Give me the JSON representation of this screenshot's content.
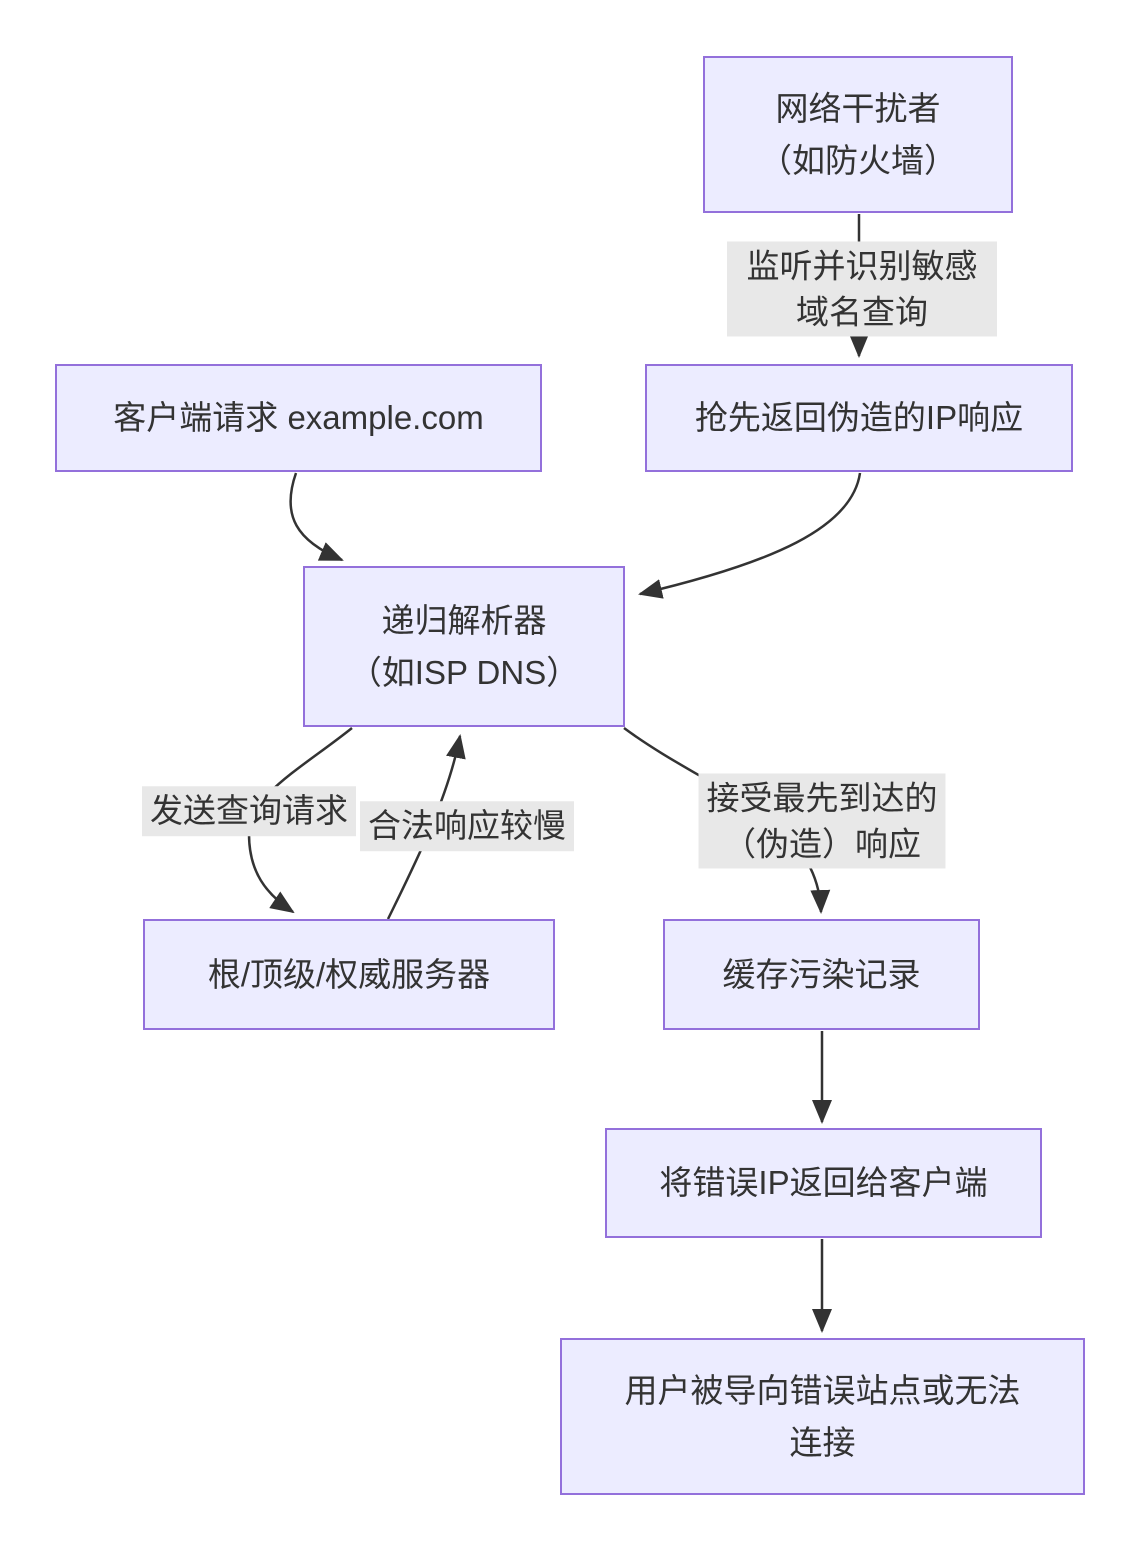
{
  "diagram_title": "DNS spoofing flowchart",
  "colors": {
    "node-fill": "#ECECFF",
    "node-border": "#9370DB",
    "edge": "#333333",
    "label-bg": "#e8e8e8",
    "text": "#333333",
    "canvas-bg": "#ffffff"
  },
  "nodes": {
    "interferer": "网络干扰者\n（如防火墙）",
    "client": "客户端请求 example.com",
    "forged_response": "抢先返回伪造的IP响应",
    "resolver": "递归解析器\n（如ISP DNS）",
    "auth_servers": "根/顶级/权威服务器",
    "poisoned_cache": "缓存污染记录",
    "wrong_ip": "将错误IP返回给客户端",
    "user_result": "用户被导向错误站点或无法\n连接"
  },
  "edge_labels": {
    "monitor": "监听并识别敏感域名查询",
    "send_query": "发送查询请求",
    "slow_legit": "合法响应较慢",
    "accept_first": "接受最先到达的\n（伪造）响应"
  }
}
